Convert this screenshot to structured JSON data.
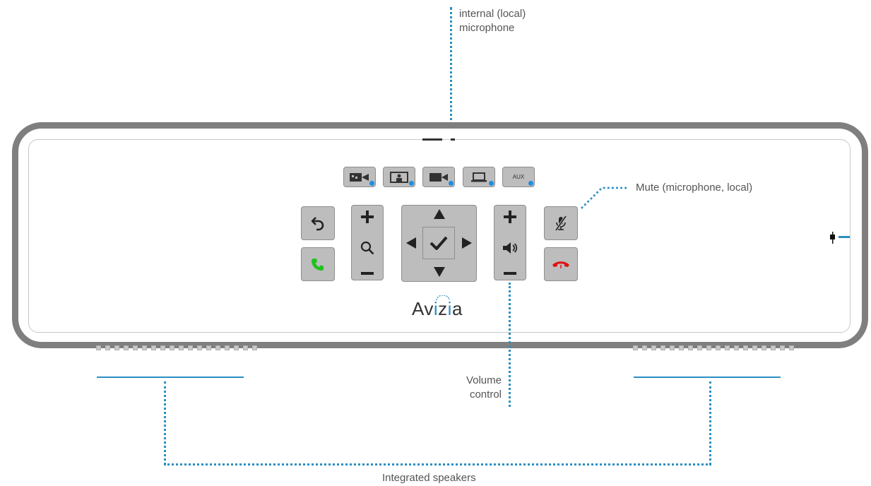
{
  "labels": {
    "internal_mic": [
      "internal (local)",
      "microphone"
    ],
    "mute": "Mute (microphone, local)",
    "volume": [
      "Volume",
      "control"
    ],
    "speakers": "Integrated speakers"
  },
  "device": {
    "brand_prefix": "Av",
    "brand_i": "i",
    "brand_z": "z",
    "brand_i2": "i",
    "brand_suffix": "a",
    "source_buttons": [
      {
        "icon": "room-camera-icon"
      },
      {
        "icon": "presenter-camera-icon"
      },
      {
        "icon": "video-camera-icon"
      },
      {
        "icon": "laptop-icon"
      },
      {
        "text": "AUX"
      }
    ],
    "aux_label": "AUX"
  },
  "colors": {
    "callout": "#2a8fc1",
    "device_frame": "#7f7f7f",
    "button_fill": "#bdbdbd",
    "call_accept": "#22c11f",
    "call_end": "#e01414",
    "led": "#1d8fe0"
  }
}
